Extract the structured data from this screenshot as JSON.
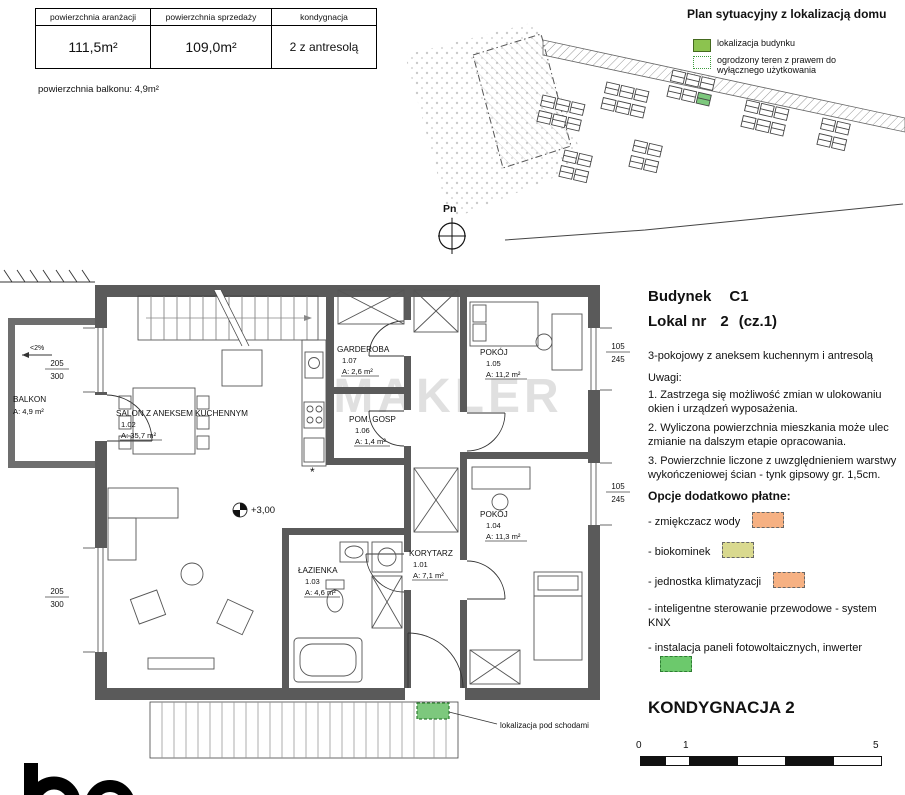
{
  "summary_table": {
    "headers": [
      "powierzchnia aranżacji",
      "powierzchnia sprzedaży",
      "kondygnacja"
    ],
    "values": [
      "111,5m²",
      "109,0m²",
      "2 z antresolą"
    ],
    "footnote": "powierzchnia balkonu: 4,9m²"
  },
  "site_plan": {
    "title": "Plan sytuacyjny z lokalizacją domu",
    "legend": [
      {
        "label": "lokalizacja budynku"
      },
      {
        "label": "ogrodzony teren z prawem do wyłącznego użytkowania"
      }
    ],
    "compass_label": "Pn"
  },
  "floor_plan": {
    "watermark": "MAKLER",
    "level_marker": "+3,00",
    "slope_label": "<2%",
    "stairs_note": "lokalizacja pod schodami",
    "rooms": [
      {
        "name": "BALKON",
        "number": "",
        "area": "A: 4,9 m²"
      },
      {
        "name": "SALON Z ANEKSEM KUCHENNYM",
        "number": "1.02",
        "area": "A: 35,7 m²"
      },
      {
        "name": "GARDEROBA",
        "number": "1.07",
        "area": "A: 2,6 m²"
      },
      {
        "name": "POM. GOSP",
        "number": "1.06",
        "area": "A: 1,4 m²"
      },
      {
        "name": "POKÓJ",
        "number": "1.05",
        "area": "A: 11,2 m²"
      },
      {
        "name": "POKÓJ",
        "number": "1.04",
        "area": "A: 11,3 m²"
      },
      {
        "name": "ŁAZIENKA",
        "number": "1.03",
        "area": "A: 4,6 m²"
      },
      {
        "name": "KORYTARZ",
        "number": "1.01",
        "area": "A: 7,1 m²"
      }
    ],
    "dimensions": {
      "left_upper": {
        "w": "205",
        "h": "300"
      },
      "left_lower": {
        "w": "205",
        "h": "300"
      },
      "right_upper": {
        "w": "105",
        "h": "245"
      },
      "right_lower": {
        "w": "105",
        "h": "245"
      }
    }
  },
  "details": {
    "building_label": "Budynek",
    "building_value": "C1",
    "unit_label": "Lokal nr",
    "unit_number": "2",
    "unit_suffix": "(cz.1)",
    "description": "3-pokojowy z aneksem kuchennym i antresolą",
    "notes_title": "Uwagi:",
    "notes": [
      "1. Zastrzega się możliwość zmian w ulokowaniu okien i urządzeń wyposażenia.",
      "2. Wyliczona powierzchnia mieszkania może ulec zmianie na dalszym etapie opracowania.",
      "3. Powierzchnie liczone z uwzględnieniem warstwy wykończeniowej ścian - tynk gipsowy gr. 1,5cm."
    ],
    "options_title": "Opcje dodatkowo płatne:",
    "options": [
      {
        "label": "- zmiękczacz wody"
      },
      {
        "label": "- biokominek"
      },
      {
        "label": "- jednostka klimatyzacji"
      },
      {
        "label": "- inteligentne sterowanie przewodowe - system KNX"
      },
      {
        "label": "- instalacja paneli fotowoltaicznych, inwerter"
      }
    ],
    "floor_title": "KONDYGNACJA 2",
    "scale_labels": [
      "0",
      "1",
      "5"
    ]
  },
  "colors": {
    "accent_green": "#7dc87d",
    "swatch_orange": "#f6b183",
    "swatch_olive": "#d9d98f",
    "swatch_green": "#6cc96c",
    "wall": "#5a5a5a",
    "watermark": "#c8c8c8"
  }
}
